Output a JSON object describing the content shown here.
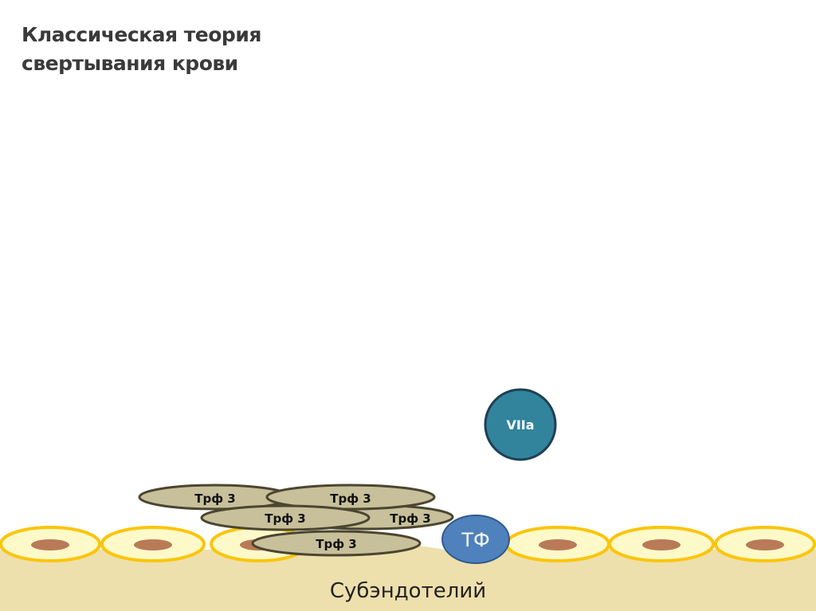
{
  "title": {
    "line1": "Классическая теория",
    "line2": "свертывания крови"
  },
  "labels": {
    "subendothelium": "Субэндотелий",
    "tf": "ТФ",
    "viia": "VIIa",
    "platelet": "Трф 3"
  },
  "colors": {
    "subendothelium": "#EEE0AC",
    "cell_fill": "#FEF9C8",
    "cell_border": "#FBC50C",
    "nucleus": "#B97A57",
    "platelet_fill": "#C8C09A",
    "platelet_border": "#4A4630",
    "tf": "#4F81BD",
    "viia": "#31849B"
  }
}
